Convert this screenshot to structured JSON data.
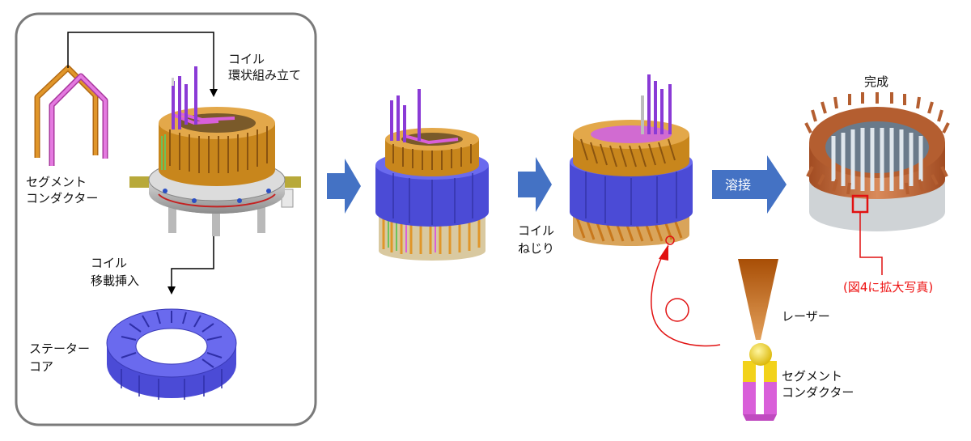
{
  "labels": {
    "coil_ring_assembly": [
      "コイル",
      "環状組み立て"
    ],
    "segment_conductor": [
      "セグメント",
      "コンダクター"
    ],
    "coil_transfer_insert": [
      "コイル",
      "移載挿入"
    ],
    "stator_core": [
      "ステーター",
      "コア"
    ],
    "coil_twist": [
      "コイル",
      "ねじり"
    ],
    "welding": "溶接",
    "complete": "完成",
    "laser": "レーザー",
    "segment_conductor_2": [
      "セグメント",
      "コンダクター"
    ],
    "enlarged_photo": "(図4に拡大写真)"
  },
  "colors": {
    "flow_arrow": "#4472c4",
    "stator_blue": "#5a5ae6",
    "conductor_orange": "#e0962a",
    "conductor_magenta": "#d95fd9",
    "conductor_purple": "#8a3ad6",
    "highlight_red": "#e11111",
    "laser_brown": "#c0620a",
    "weld_yellow": "#f2d21a",
    "completed_copper": "#c46a3a"
  }
}
